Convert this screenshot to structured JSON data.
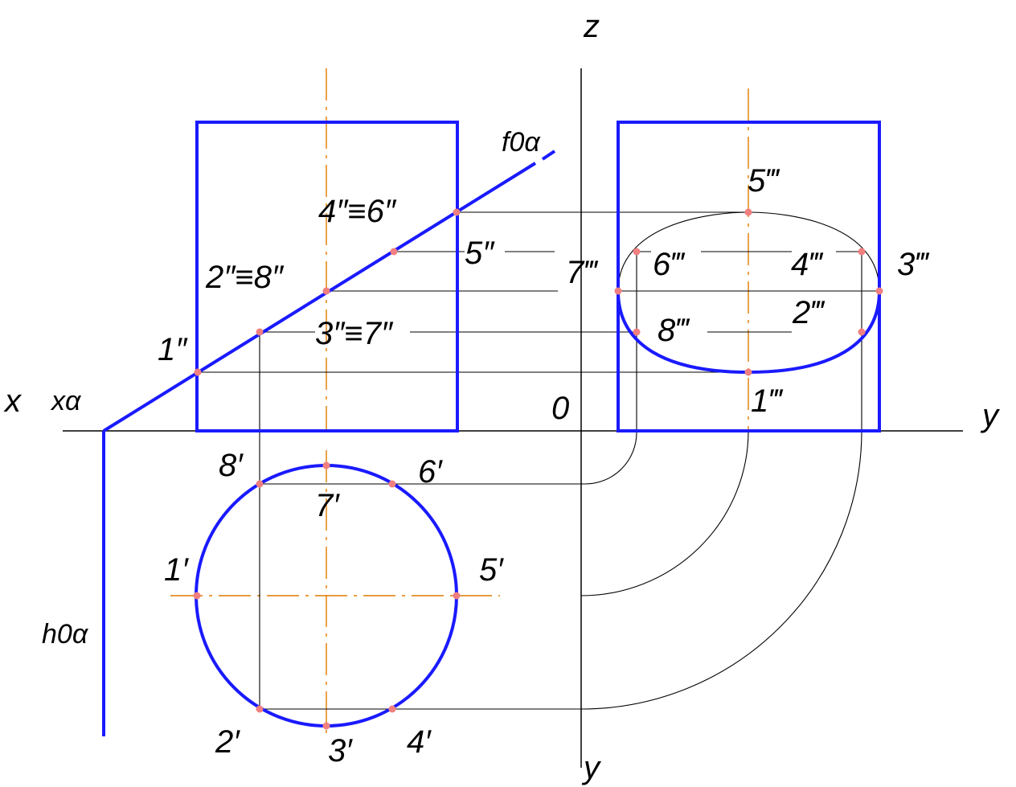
{
  "colors": {
    "outline": "#1a1aff",
    "construction": "#000000",
    "axis_center": "#e07b00",
    "point": "#f08080",
    "background": "#ffffff"
  },
  "labels": {
    "axis_z": "z",
    "axis_x": "x",
    "axis_x_alpha": "xα",
    "axis_y_right": "y",
    "axis_y_bottom": "y",
    "origin": "0",
    "trace_front": "f0α",
    "trace_horizontal": "h0α",
    "front": {
      "p1": "1″",
      "p2_8": "2″≡8″",
      "p3_7": "3″≡7″",
      "p4_6": "4″≡6″",
      "p5": "5″"
    },
    "top": {
      "p1": "1′",
      "p2": "2′",
      "p3": "3′",
      "p4": "4′",
      "p5": "5′",
      "p6": "6′",
      "p7": "7′",
      "p8": "8′"
    },
    "side": {
      "p1": "1‴",
      "p2": "2‴",
      "p3": "3‴",
      "p4": "4‴",
      "p5": "5‴",
      "p6": "6‴",
      "p7": "7‴",
      "p8": "8‴"
    }
  }
}
